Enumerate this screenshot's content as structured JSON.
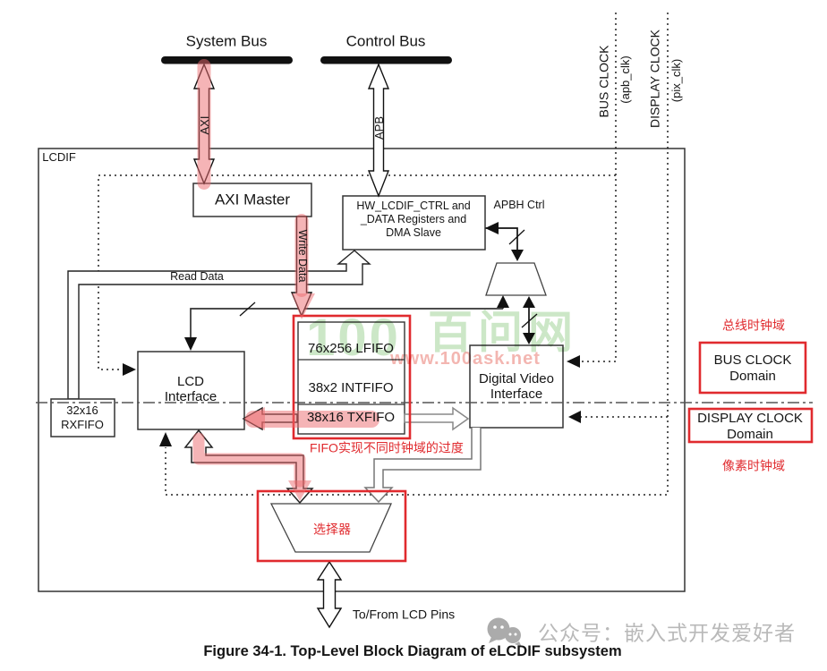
{
  "labels": {
    "system_bus": "System Bus",
    "control_bus": "Control Bus",
    "axi": "AXI",
    "apb": "APB",
    "bus_clock": "BUS CLOCK",
    "bus_clock_sub": "(apb_clk)",
    "display_clock": "DISPLAY CLOCK",
    "display_clock_sub": "(pix_clk)",
    "lcdif": "LCDIF",
    "axi_master": "AXI Master",
    "hw_line1": "HW_LCDIF_CTRL and",
    "hw_line2": "_DATA Registers and",
    "hw_line3": "DMA Slave",
    "apbh_ctrl": "APBH Ctrl",
    "write_data": "Write Data",
    "read_data": "Read Data",
    "rxfifo_line1": "32x16",
    "rxfifo_line2": "RXFIFO",
    "lcd_if_line1": "LCD",
    "lcd_if_line2": "Interface",
    "lfifo": "76x256 LFIFO",
    "intfifo": "38x2 INTFIFO",
    "txfifo": "38x16 TXFIFO",
    "dvi_line1": "Digital Video",
    "dvi_line2": "Interface",
    "fifo_note": "FIFO实现不同时钟域的过度",
    "mux": "选择器",
    "bus_domain_cn": "总线时钟域",
    "bus_domain_line1": "BUS CLOCK",
    "bus_domain_line2": "Domain",
    "display_domain_line1": "DISPLAY CLOCK",
    "display_domain_line2": "Domain",
    "pixel_domain_cn": "像素时钟域",
    "lcd_pins": "To/From LCD Pins",
    "caption": "Figure 34-1. Top-Level Block Diagram of eLCDIF subsystem",
    "watermark_100": "100",
    "watermark_cn": "百问网",
    "watermark_url": "www.100ask.net",
    "footer_social": "公众号：嵌入式开发爱好者"
  },
  "colors": {
    "annotation_red": "#e02a2e",
    "highlight_pink": "rgba(236,106,110,0.5)",
    "line_black": "#1a1a1a",
    "line_gray": "#7d7d7d",
    "watermark_green": "#c9e6c4",
    "watermark_red": "#f3b2ad",
    "footer_gray": "#b9b9b9"
  }
}
